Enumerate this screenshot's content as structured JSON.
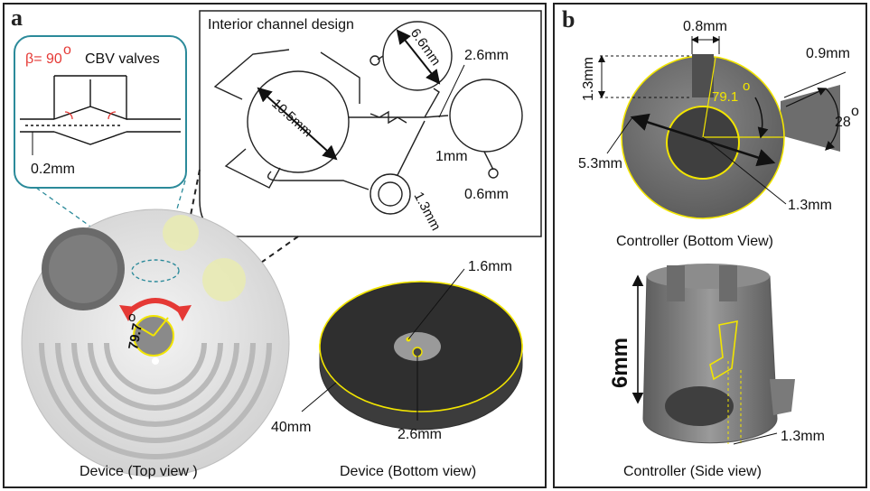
{
  "panel_a": {
    "letter": "a",
    "inset_cbv": {
      "beta_label": "β= 90",
      "beta_degree": "o",
      "title": "CBV valves",
      "width_label": "0.2mm"
    },
    "inset_channel": {
      "title": "Interior channel design",
      "d_large": "10.5mm",
      "d_medium": "6.6mm",
      "d_outlet": "2.6mm",
      "w_channel": "1mm",
      "d_small": "1.3mm",
      "d_hole": "0.6mm"
    },
    "top_view": {
      "angle_label": "79.7",
      "angle_degree": "o",
      "caption": "Device (Top view )"
    },
    "bottom_view": {
      "hole_label": "1.6mm",
      "diameter_label": "40mm",
      "center_label": "2.6mm",
      "caption": "Device (Bottom view)"
    }
  },
  "panel_b": {
    "letter": "b",
    "bottom_view": {
      "width_top": "0.8mm",
      "height_left": "1.3mm",
      "width_right": "0.9mm",
      "angle_center": "79.1",
      "angle_center_degree": "o",
      "angle_right": "28",
      "angle_right_degree": "o",
      "radius_label": "5.3mm",
      "inner_label": "1.3mm",
      "caption": "Controller (Bottom View)"
    },
    "side_view": {
      "height_label": "6mm",
      "slot_label": "1.3mm",
      "caption": "Controller (Side view)"
    }
  },
  "colors": {
    "frame": "#222222",
    "teal": "#2b8a9a",
    "yellow": "#f2e500",
    "red_arrow": "#e53935",
    "gray_dark": "#6f6f6f",
    "gray_light": "#dcdcdc"
  }
}
